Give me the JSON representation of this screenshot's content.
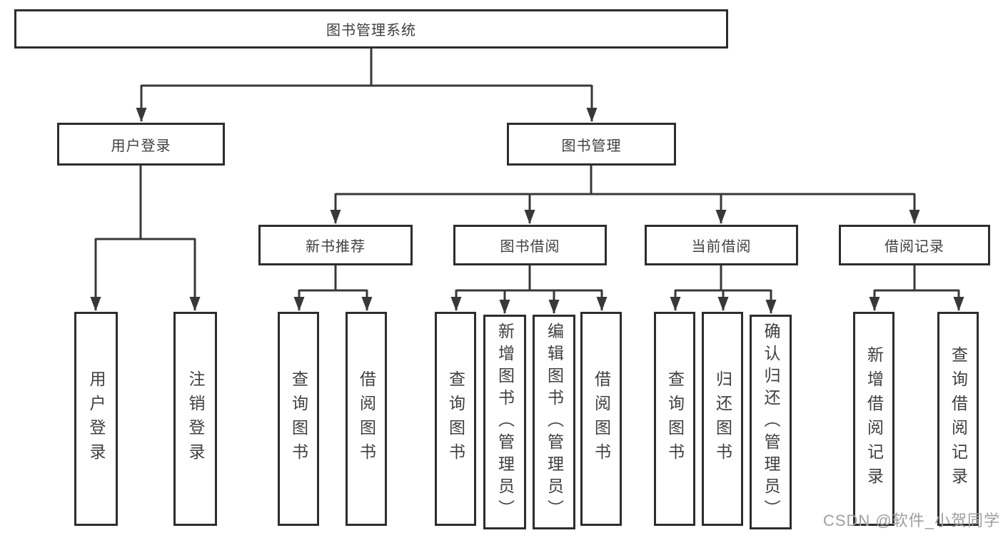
{
  "tree": {
    "root": "图书管理系统",
    "branches": [
      {
        "label": "用户登录",
        "children": [
          "用户登录",
          "注销登录"
        ]
      },
      {
        "label": "图书管理",
        "groups": [
          {
            "label": "新书推荐",
            "children": [
              "查询图书",
              "借阅图书"
            ]
          },
          {
            "label": "图书借阅",
            "children": [
              "查询图书",
              "新增图书（管理员）",
              "编辑图书（管理员）",
              "借阅图书"
            ]
          },
          {
            "label": "当前借阅",
            "children": [
              "查询图书",
              "归还图书",
              "确认归还（管理员）"
            ]
          },
          {
            "label": "借阅记录",
            "children": [
              "新增借阅记录",
              "查询借阅记录"
            ]
          }
        ]
      }
    ]
  },
  "watermark": "CSDN @软件_小贺同学",
  "colors": {
    "line": "#383838",
    "border": "#2d2d2d",
    "text": "#3f3f3f",
    "watermark": "#9f9f9f",
    "background": "#ffffff"
  }
}
